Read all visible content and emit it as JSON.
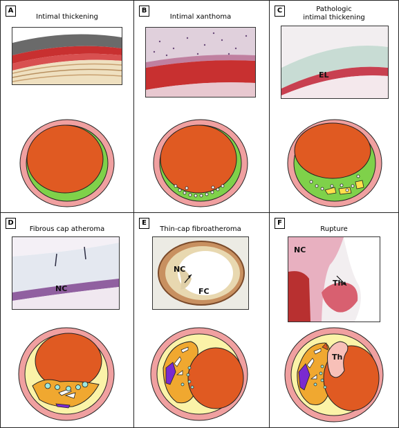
{
  "panels": [
    {
      "letter": "A",
      "title": "Intimal thickening"
    },
    {
      "letter": "B",
      "title": "Intimal xanthoma"
    },
    {
      "letter": "C",
      "title_line1": "Pathologic",
      "title_line2": "intimal thickening",
      "labels": {
        "el": "EL"
      }
    },
    {
      "letter": "D",
      "title": "Fibrous cap atheroma",
      "labels": {
        "nc": "NC"
      }
    },
    {
      "letter": "E",
      "title": "Thin-cap fibroatheroma",
      "labels": {
        "nc": "NC",
        "fc": "FC"
      }
    },
    {
      "letter": "F",
      "title": "Rupture",
      "labels": {
        "nc": "NC",
        "th": "Th",
        "th_diagram": "Th"
      }
    }
  ],
  "colors": {
    "lumen": "#e05a22",
    "media": "#f0a0a0",
    "intima_normal": "#7fd14a",
    "intima_advanced": "#fbf3a8",
    "necrotic_core": "#f0a830",
    "lipid_pool": "#ffe04a",
    "cholesterol": "#9ee8e0",
    "hemorrhage": "#7a2ad0",
    "thrombus": "#f8c0b8"
  }
}
